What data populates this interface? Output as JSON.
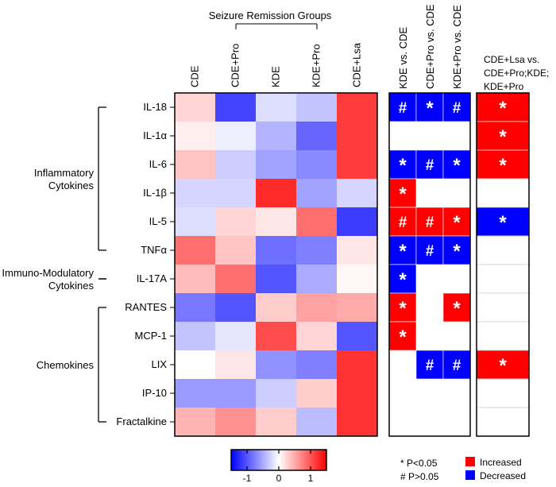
{
  "chart_data": {
    "type": "heatmap",
    "group_header": "Seizure Remission Groups",
    "columns": [
      "CDE",
      "CDE+Pro",
      "KDE",
      "KDE+Pro",
      "CDE+Lsa"
    ],
    "rows": [
      "IL-18",
      "IL-1α",
      "IL-6",
      "IL-1β",
      "IL-5",
      "TNFα",
      "IL-17A",
      "RANTES",
      "MCP-1",
      "LIX",
      "IP-10",
      "Fractalkine"
    ],
    "row_groups": [
      {
        "label_lines": [
          "Inflammatory",
          "Cytokines"
        ],
        "first_row": 0,
        "last_row": 5
      },
      {
        "label_lines": [
          "Immuno-Modulatory",
          "Cytokines"
        ],
        "first_row": 6,
        "last_row": 6
      },
      {
        "label_lines": [
          "Chemokines"
        ],
        "first_row": 7,
        "last_row": 11
      }
    ],
    "values": [
      [
        0.25,
        -1.1,
        -0.2,
        -0.35,
        1.15
      ],
      [
        0.1,
        -0.1,
        -0.45,
        -0.9,
        1.15
      ],
      [
        0.35,
        -0.3,
        -0.55,
        -0.7,
        1.15
      ],
      [
        -0.25,
        -0.25,
        1.25,
        -0.55,
        -0.25
      ],
      [
        -0.2,
        0.25,
        0.15,
        0.85,
        -1.15
      ],
      [
        0.85,
        0.35,
        -0.85,
        -0.75,
        0.15
      ],
      [
        0.4,
        0.85,
        -1.0,
        -0.5,
        0.05
      ],
      [
        -0.8,
        -1.0,
        0.3,
        0.55,
        0.5
      ],
      [
        -0.35,
        -0.15,
        1.05,
        0.25,
        -1.0
      ],
      [
        0.0,
        0.15,
        -0.65,
        -0.75,
        1.2
      ],
      [
        -0.6,
        -0.6,
        -0.3,
        0.3,
        1.2
      ],
      [
        0.45,
        0.65,
        0.3,
        -0.4,
        1.2
      ]
    ],
    "colorbar": {
      "min": -1.5,
      "max": 1.5,
      "ticks": [
        -1,
        0,
        1
      ],
      "colors": [
        "#0000ff",
        "#ffffff",
        "#ff0000"
      ]
    },
    "comparison_panel": {
      "columns": [
        "KDE vs. CDE",
        "CDE+Pro vs. CDE",
        "KDE+Pro vs. CDE"
      ],
      "cells": [
        [
          {
            "dir": "down",
            "mark": "#"
          },
          {
            "dir": "down",
            "mark": "*"
          },
          {
            "dir": "down",
            "mark": "#"
          }
        ],
        [
          null,
          null,
          null
        ],
        [
          {
            "dir": "down",
            "mark": "*"
          },
          {
            "dir": "down",
            "mark": "#"
          },
          {
            "dir": "down",
            "mark": "*"
          }
        ],
        [
          {
            "dir": "up",
            "mark": "*"
          },
          null,
          null
        ],
        [
          {
            "dir": "up",
            "mark": "#"
          },
          {
            "dir": "up",
            "mark": "#"
          },
          {
            "dir": "up",
            "mark": "*"
          }
        ],
        [
          {
            "dir": "down",
            "mark": "*"
          },
          {
            "dir": "down",
            "mark": "#"
          },
          {
            "dir": "down",
            "mark": "*"
          }
        ],
        [
          {
            "dir": "down",
            "mark": "*"
          },
          null,
          null
        ],
        [
          {
            "dir": "up",
            "mark": "*"
          },
          null,
          {
            "dir": "up",
            "mark": "*"
          }
        ],
        [
          {
            "dir": "up",
            "mark": "*"
          },
          null,
          null
        ],
        [
          null,
          {
            "dir": "down",
            "mark": "#"
          },
          {
            "dir": "down",
            "mark": "#"
          }
        ],
        [
          null,
          null,
          null
        ],
        [
          null,
          null,
          null
        ]
      ]
    },
    "lsa_panel": {
      "header_lines": [
        "CDE+Lsa vs.",
        "CDE+Pro;KDE;",
        "KDE+Pro"
      ],
      "cells": [
        {
          "dir": "up",
          "mark": "*"
        },
        {
          "dir": "up",
          "mark": "*"
        },
        {
          "dir": "up",
          "mark": "*"
        },
        null,
        {
          "dir": "down",
          "mark": "*"
        },
        null,
        null,
        null,
        null,
        {
          "dir": "up",
          "mark": "*"
        },
        null,
        null
      ]
    },
    "significance_legend": [
      "* P<0.05",
      "# P>0.05"
    ],
    "direction_legend": [
      {
        "label": "Increased",
        "color": "#ff0000"
      },
      {
        "label": "Decreased",
        "color": "#0000ff"
      }
    ]
  }
}
